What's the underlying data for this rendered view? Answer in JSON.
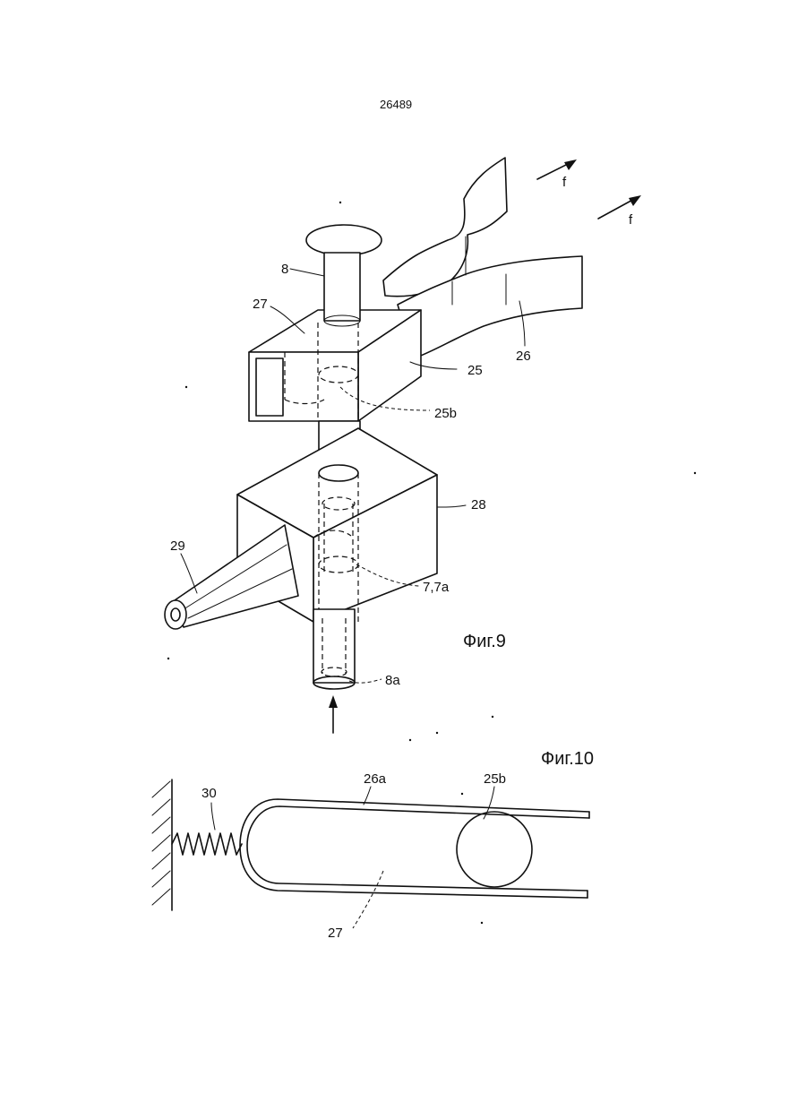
{
  "header": {
    "page_number": "26489"
  },
  "fig9": {
    "caption": "Фиг.9",
    "labels": {
      "l8": "8",
      "l27": "27",
      "l25": "25",
      "l26": "26",
      "l25b": "25b",
      "l28": "28",
      "l29": "29",
      "l77a": "7,7a",
      "l8a": "8a",
      "f1": "f",
      "f2": "f"
    }
  },
  "fig10": {
    "caption": "Фиг.10",
    "labels": {
      "l30": "30",
      "l26a": "26a",
      "l25b": "25b",
      "l27": "27"
    }
  }
}
